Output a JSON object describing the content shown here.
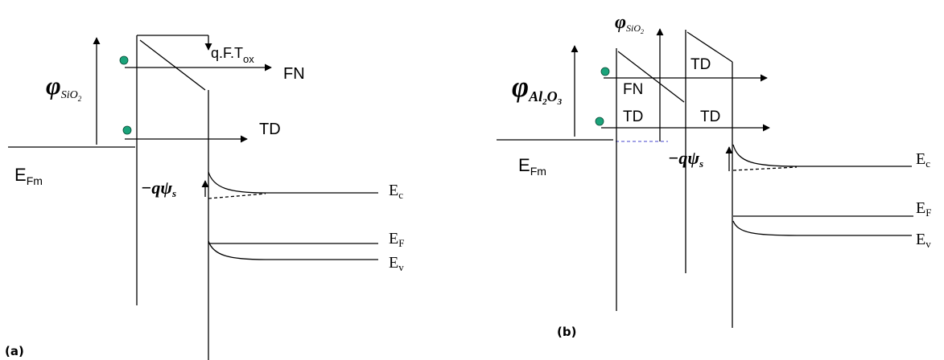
{
  "colors": {
    "line": "#000000",
    "electron": "#1aa37a",
    "electron_edge": "#0a4a36",
    "fermi_dash": "#6b6bd6"
  },
  "panel_a": {
    "label": "(a)",
    "phi_main": "φ",
    "phi_sub": "SiO",
    "phi_sub2": "2",
    "qft": "q.F.T",
    "qft_sub": "ox",
    "fn": "FN",
    "td": "TD",
    "efm": "E",
    "efm_sub": "Fm",
    "psi": "−qψ",
    "psi_sub": "s",
    "ec": "E",
    "ec_sub": "c",
    "ef": "E",
    "ef_sub": "F",
    "ev": "E",
    "ev_sub": "v"
  },
  "panel_b": {
    "label": "(b)",
    "phi_al_main": "φ",
    "phi_al_sub": "Al",
    "phi_al_sub2": "2",
    "phi_al_sub3": "O",
    "phi_al_sub4": "3",
    "phi_si_main": "φ",
    "phi_si_sub": "SiO",
    "phi_si_sub2": "2",
    "td_top": "TD",
    "fn": "FN",
    "td_left": "TD",
    "td_right": "TD",
    "efm": "E",
    "efm_sub": "Fm",
    "psi": "−qψ",
    "psi_sub": "s",
    "ec": "E",
    "ec_sub": "c",
    "ef": "E",
    "ef_sub": "F",
    "ev": "E",
    "ev_sub": "v"
  }
}
